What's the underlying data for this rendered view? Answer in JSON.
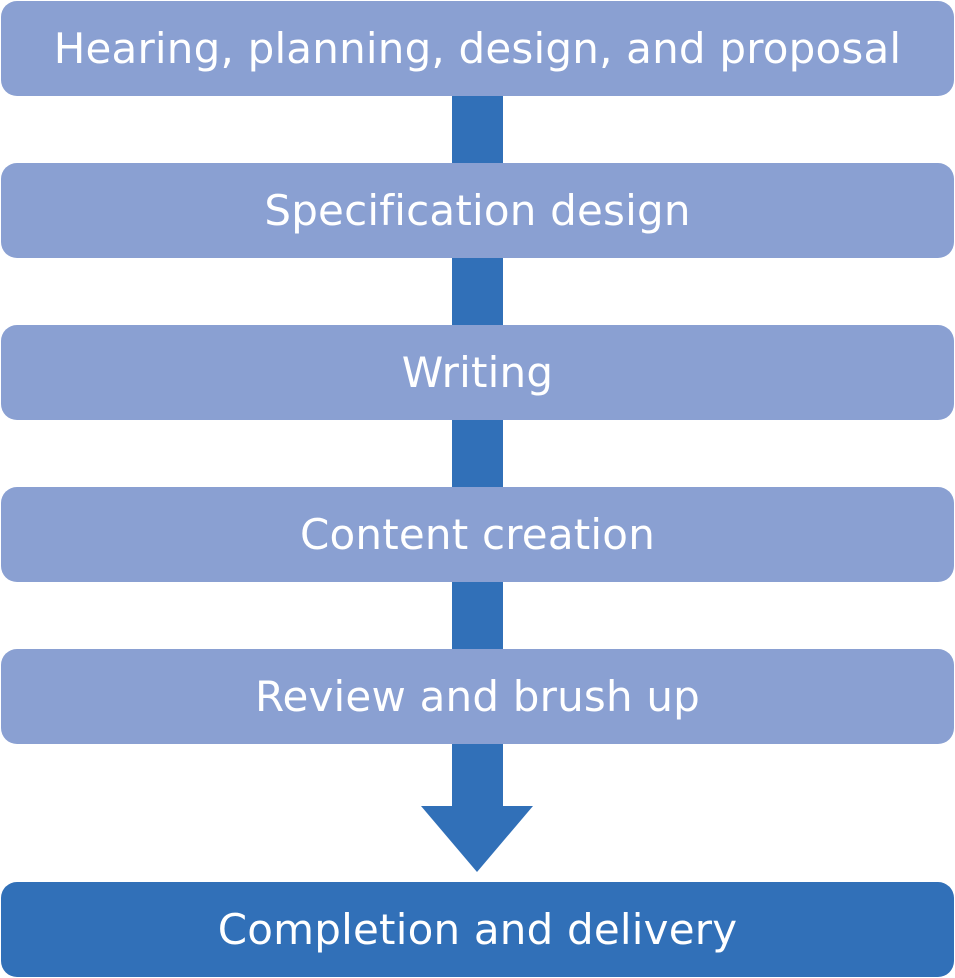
{
  "diagram": {
    "steps": [
      {
        "label": "Hearing, planning, design, and proposal"
      },
      {
        "label": "Specification design"
      },
      {
        "label": "Writing"
      },
      {
        "label": "Content creation"
      },
      {
        "label": "Review and brush up"
      }
    ],
    "final_step": {
      "label": "Completion and delivery"
    },
    "colors": {
      "step_fill": "#8aa0d2",
      "final_fill": "#3170b8",
      "arrow": "#3170b8",
      "text": "#ffffff"
    }
  }
}
